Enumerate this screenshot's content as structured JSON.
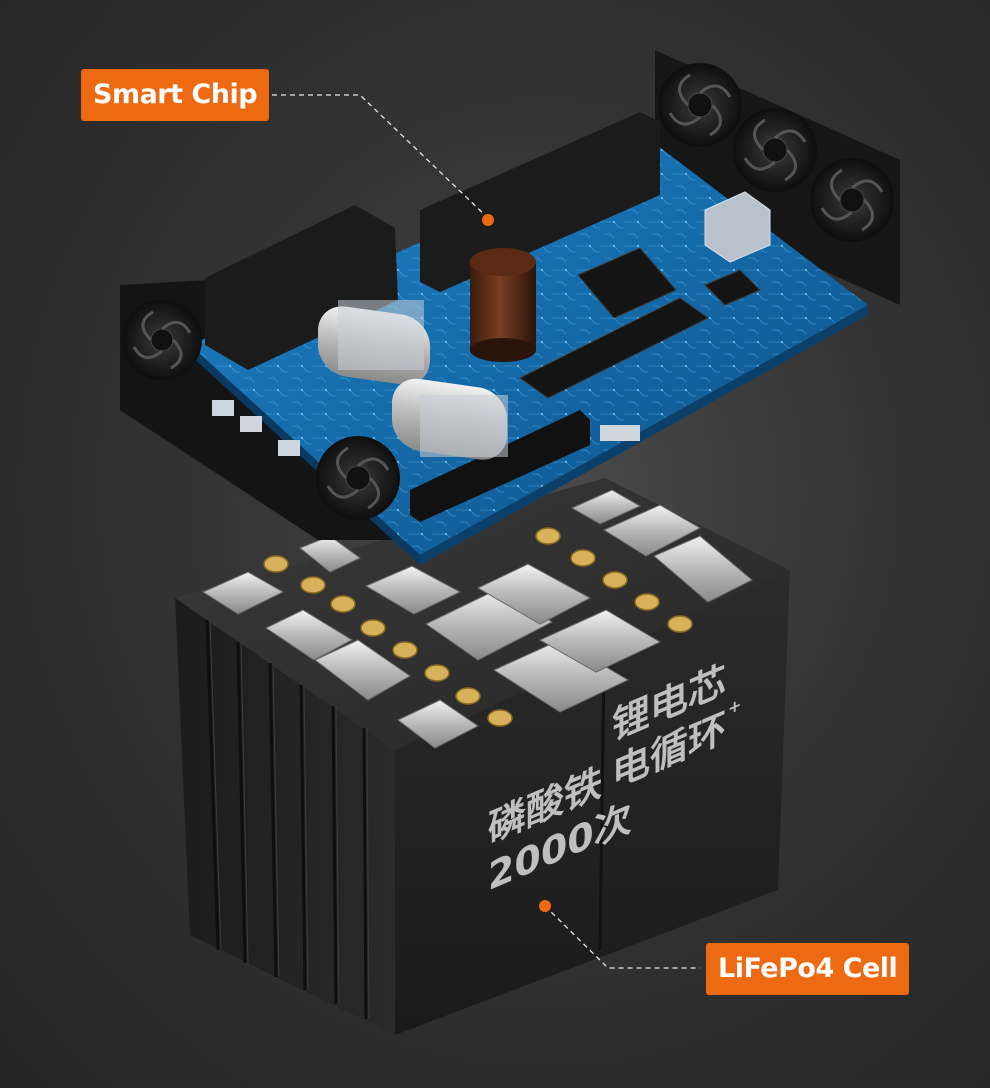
{
  "callouts": {
    "chip": "Smart Chip",
    "cell": "LiFePo4 Cell"
  },
  "battery_print": {
    "line1": "磷酸铁",
    "line2": "2000次",
    "line3": "锂电芯",
    "line4": "电循环",
    "plus": "+"
  },
  "colors": {
    "accent": "#ee6a12",
    "pcb": "#1a6fb0",
    "background": "#2e2e2e"
  }
}
